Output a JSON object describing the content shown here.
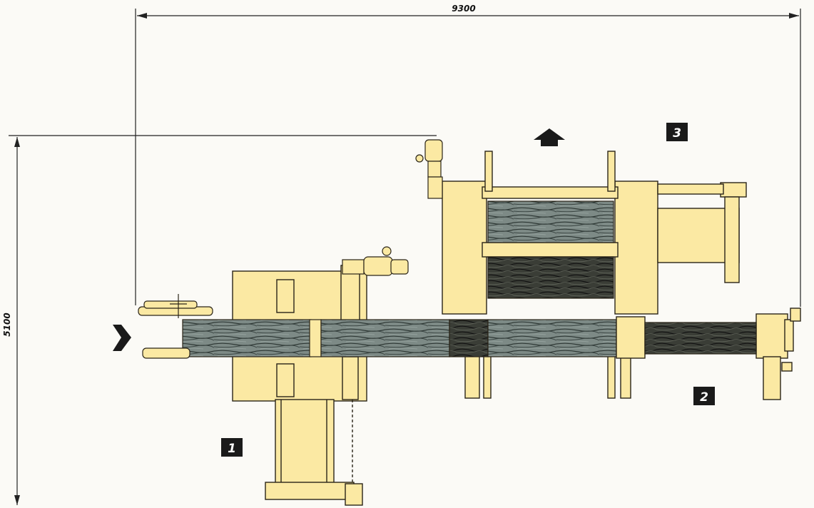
{
  "dimensions": {
    "width_label": "9300",
    "height_label": "5100"
  },
  "stations": [
    {
      "id": "1",
      "label": "1"
    },
    {
      "id": "2",
      "label": "2"
    },
    {
      "id": "3",
      "label": "3"
    }
  ],
  "colors": {
    "machine_fill": "#fbe9a3",
    "machine_outline": "#2a2418",
    "wood": "#5f6b66",
    "dimension_line": "#222222",
    "badge": "#1a1a1a"
  }
}
